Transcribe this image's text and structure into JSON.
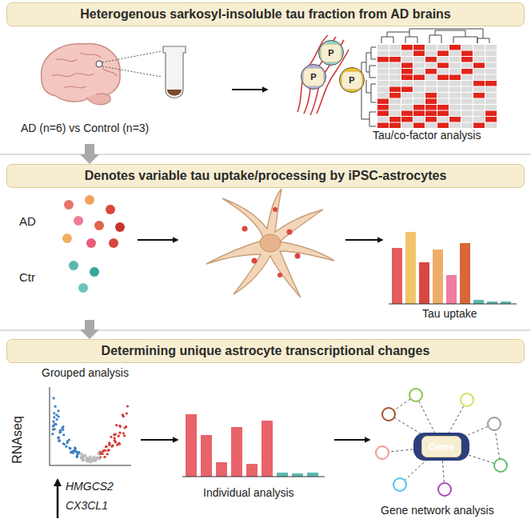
{
  "diagram": {
    "nodes": [
      {
        "text": [
          "Heterogenous sarkosyl-insoluble tau fraction from AD brains"
        ]
      },
      {
        "text": [
          "P"
        ],
        "in": 0
      },
      {
        "text": [
          "P"
        ],
        "in": 0
      },
      {
        "text": [
          "P"
        ],
        "in": 0
      },
      {
        "text": [
          "Denotes variable tau uptake/processing by iPSC-astrocytes"
        ]
      },
      {
        "text": [
          "Determining unique astrocyte transcriptional changes"
        ]
      },
      {
        "text": [
          "Gene"
        ],
        "in": 5
      }
    ],
    "edges": [
      {
        "from": 0,
        "to": 4,
        "arrow": "to"
      },
      {
        "from": 4,
        "to": 5,
        "arrow": "to"
      }
    ],
    "labels": [
      "AD (n=6) vs Control (n=3)",
      "Tau/co-factor analysis",
      "AD",
      "Ctr",
      "Tau uptake",
      "RNAseq",
      "Grouped analysis",
      "HMGCS2",
      "CX3CL1",
      "Individual analysis",
      "Gene network analysis"
    ]
  }
}
